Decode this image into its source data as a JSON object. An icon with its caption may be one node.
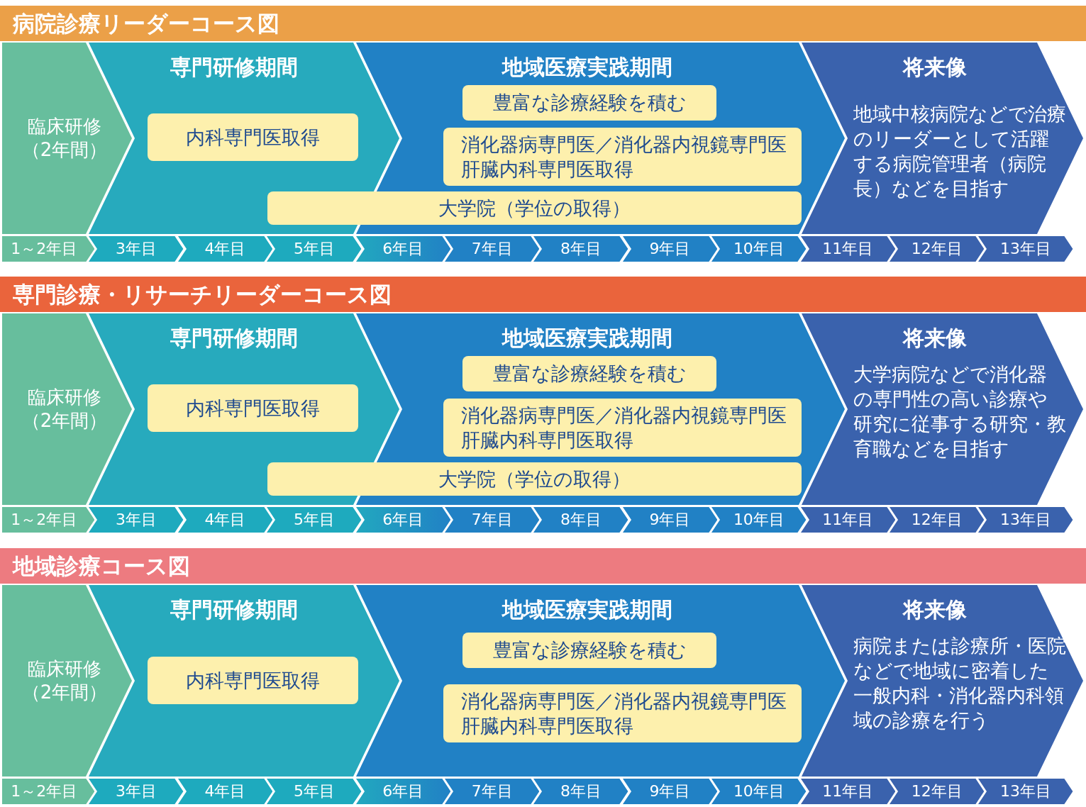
{
  "diagram": {
    "nodes": [
      {
        "text": [
          "病院診療リーダーコース図"
        ]
      },
      {
        "text": [
          "臨床研修（2年間）"
        ]
      },
      {
        "text": [
          "専門研修期間"
        ]
      },
      {
        "text": [
          "内科専門医取得"
        ],
        "in": 2
      },
      {
        "text": [
          "地域医療実践期間"
        ]
      },
      {
        "text": [
          "豊富な診療経験を積む"
        ],
        "in": 4
      },
      {
        "text": [
          "消化器病専門医／消化器内視鏡専門医肝臓内科専門医取得"
        ],
        "in": 4
      },
      {
        "text": [
          "大学院（学位の取得）"
        ]
      },
      {
        "text": [
          "将来像",
          "地域中核病院などで治療のリーダーとして活躍する病院管理者（病院長）などを目指す"
        ]
      },
      {
        "text": [
          "1～2年目"
        ]
      },
      {
        "text": [
          "3年目"
        ]
      },
      {
        "text": [
          "4年目"
        ]
      },
      {
        "text": [
          "5年目"
        ]
      },
      {
        "text": [
          "6年目"
        ]
      },
      {
        "text": [
          "7年目"
        ]
      },
      {
        "text": [
          "8年目"
        ]
      },
      {
        "text": [
          "9年目"
        ]
      },
      {
        "text": [
          "10年目"
        ]
      },
      {
        "text": [
          "11年目"
        ]
      },
      {
        "text": [
          "12年目"
        ]
      },
      {
        "text": [
          "13年目"
        ]
      },
      {
        "text": [
          "専門診療・リサーチリーダーコース図"
        ]
      },
      {
        "text": [
          "臨床研修（2年間）"
        ]
      },
      {
        "text": [
          "専門研修期間"
        ]
      },
      {
        "text": [
          "内科専門医取得"
        ],
        "in": 23
      },
      {
        "text": [
          "地域医療実践期間"
        ]
      },
      {
        "text": [
          "豊富な診療経験を積む"
        ],
        "in": 25
      },
      {
        "text": [
          "消化器病専門医／消化器内視鏡専門医肝臓内科専門医取得"
        ],
        "in": 25
      },
      {
        "text": [
          "大学院（学位の取得）"
        ]
      },
      {
        "text": [
          "将来像",
          "大学病院などで消化器の専門性の高い診療や研究に従事する研究・教育職などを目指す"
        ]
      },
      {
        "text": [
          "1～2年目"
        ]
      },
      {
        "text": [
          "3年目"
        ]
      },
      {
        "text": [
          "4年目"
        ]
      },
      {
        "text": [
          "5年目"
        ]
      },
      {
        "text": [
          "6年目"
        ]
      },
      {
        "text": [
          "7年目"
        ]
      },
      {
        "text": [
          "8年目"
        ]
      },
      {
        "text": [
          "9年目"
        ]
      },
      {
        "text": [
          "10年目"
        ]
      },
      {
        "text": [
          "11年目"
        ]
      },
      {
        "text": [
          "12年目"
        ]
      },
      {
        "text": [
          "13年目"
        ]
      },
      {
        "text": [
          "地域診療コース図"
        ]
      },
      {
        "text": [
          "臨床研修（2年間）"
        ]
      },
      {
        "text": [
          "専門研修期間"
        ]
      },
      {
        "text": [
          "内科専門医取得"
        ],
        "in": 44
      },
      {
        "text": [
          "地域医療実践期間"
        ]
      },
      {
        "text": [
          "豊富な診療経験を積む"
        ],
        "in": 46
      },
      {
        "text": [
          "消化器病専門医／消化器内視鏡専門医肝臓内科専門医取得"
        ],
        "in": 46
      },
      {
        "text": [
          "将来像",
          "病院または診療所・医院などで地域に密着した一般内科・消化器内科領域の診療を行う"
        ]
      },
      {
        "text": [
          "1～2年目"
        ]
      },
      {
        "text": [
          "3年目"
        ]
      },
      {
        "text": [
          "4年目"
        ]
      },
      {
        "text": [
          "5年目"
        ]
      },
      {
        "text": [
          "6年目"
        ]
      },
      {
        "text": [
          "7年目"
        ]
      },
      {
        "text": [
          "8年目"
        ]
      },
      {
        "text": [
          "9年目"
        ]
      },
      {
        "text": [
          "10年目"
        ]
      },
      {
        "text": [
          "11年目"
        ]
      },
      {
        "text": [
          "12年目"
        ]
      },
      {
        "text": [
          "13年目"
        ]
      }
    ]
  }
}
